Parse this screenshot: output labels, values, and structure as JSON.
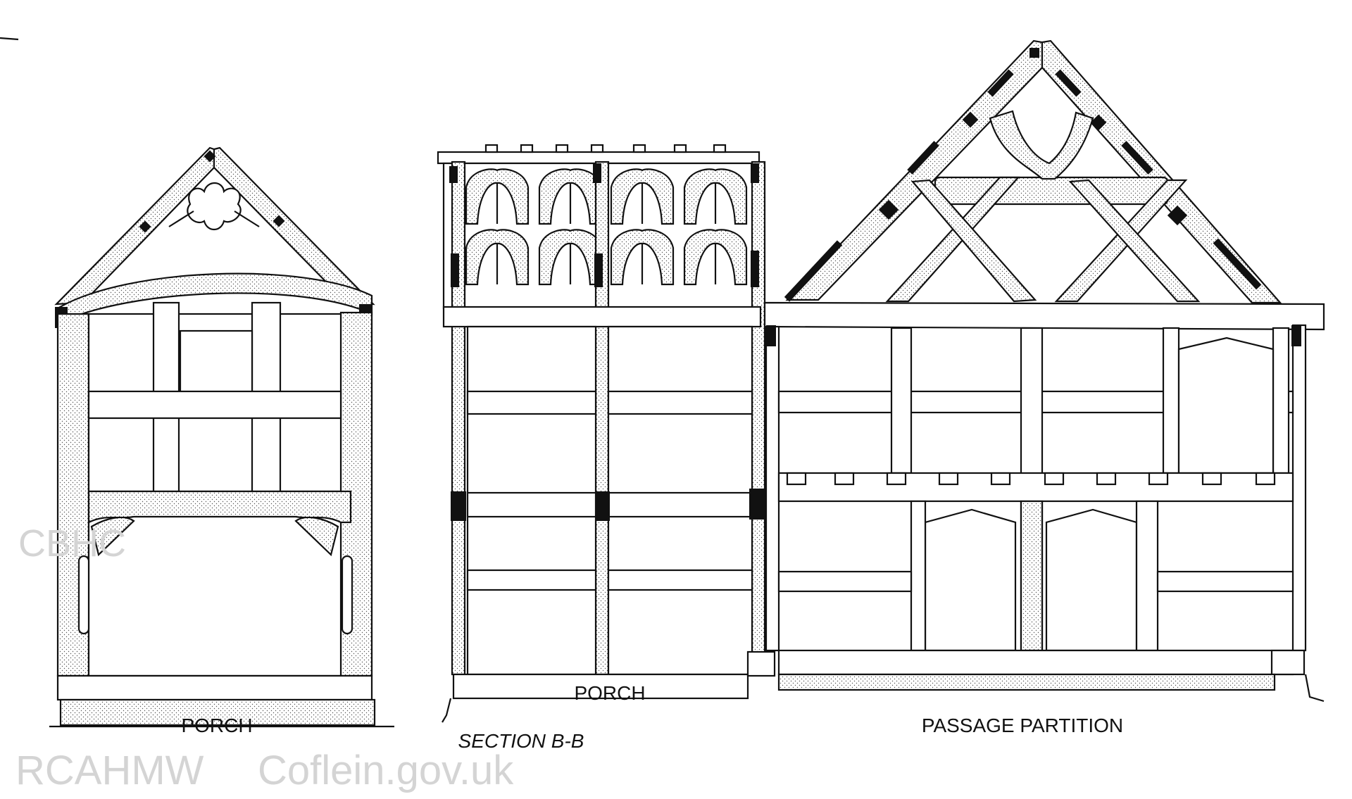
{
  "labels": {
    "porch_left": "PORCH",
    "porch_center": "PORCH",
    "section": "SECTION B-B",
    "passage_partition": "PASSAGE PARTITION"
  },
  "watermark": {
    "primary": "RCAHMW",
    "site": "Coflein.gov.uk",
    "mark": "CBHC"
  }
}
